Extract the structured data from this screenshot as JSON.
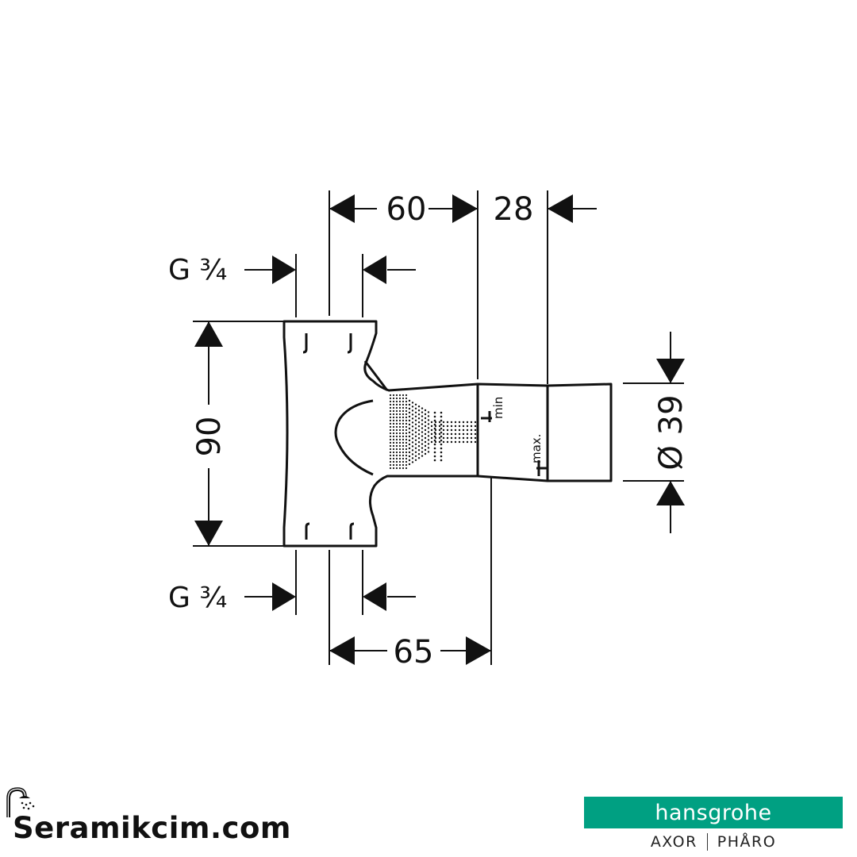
{
  "dimensions": {
    "top_left": "60",
    "top_right": "28",
    "height": "90",
    "bottom": "65",
    "diameter": "Ø 39"
  },
  "threads": {
    "top": "G ¾",
    "bottom": "G ¾"
  },
  "markers": {
    "min": "min",
    "max": "max."
  },
  "footer": {
    "site": "Seramikcim.com",
    "brand": "hansgrohe",
    "sub_left": "AXOR",
    "sub_right": "PHÅRO"
  },
  "colors": {
    "line": "#111111",
    "brand_green": "#00a082"
  }
}
